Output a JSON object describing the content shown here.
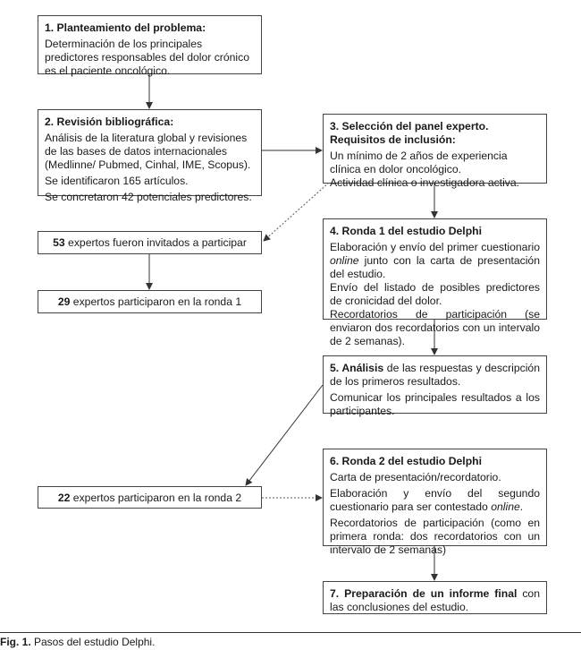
{
  "steps": {
    "s1": {
      "title": "1. Planteamiento del problema:",
      "body": "Determinación de los principales predictores responsables del dolor crónico es el paciente oncológico."
    },
    "s2": {
      "title": "2. Revisión bibliográfica:",
      "lines": [
        "Análisis de la literatura global y revisiones de las bases de datos internacionales (Medlinne/ Pubmed, Cinhal, IME, Scopus).",
        "Se identificaron 165 artículos.",
        "Se concretaron 42 potenciales predictores."
      ]
    },
    "s3": {
      "title": "3. Selección del panel experto. Requisitos de inclusión:",
      "lines": [
        "Un mínimo de 2 años de experiencia clínica en dolor oncológico.",
        "Actividad clínica o investigadora activa."
      ]
    },
    "s4": {
      "title": "4. Ronda 1 del estudio Delphi",
      "l1_pre": "Elaboración y envío del primer cuestionario ",
      "l1_em": "online",
      "l1_post": " junto con la carta de presentación del estudio.",
      "l2": "Envío del listado de posibles predictores de cronicidad del dolor.",
      "l3": "Recordatorios de participación (se enviaron dos recordatorios con un intervalo de 2 semanas)."
    },
    "s5": {
      "bold": "5. Análisis",
      "rest": " de las respuestas y descripción de los primeros resultados.",
      "l2": "Comunicar los principales resultados a los participantes."
    },
    "s6": {
      "title": "6. Ronda 2 del estudio Delphi",
      "l1": "Carta de presentación/recordatorio.",
      "l2_pre": "Elaboración y envío del segundo cuestionario para ser contestado ",
      "l2_em": "online",
      "l2_post": ".",
      "l3": "Recordatorios de participación (como en primera ronda: dos recordatorios con un intervalo de 2 semanas)"
    },
    "s7": {
      "bold": "7. Preparación de un informe final",
      "rest": " con las conclusiones del estudio."
    }
  },
  "counts": {
    "invited": {
      "n": "53",
      "text": " expertos fueron invitados a participar"
    },
    "round1": {
      "n": "29",
      "text": " expertos participaron en la ronda 1"
    },
    "round2": {
      "n": "22",
      "text": " expertos participaron en la ronda 2"
    }
  },
  "caption": {
    "label": "Fig. 1.",
    "text": " Pasos del estudio Delphi."
  }
}
